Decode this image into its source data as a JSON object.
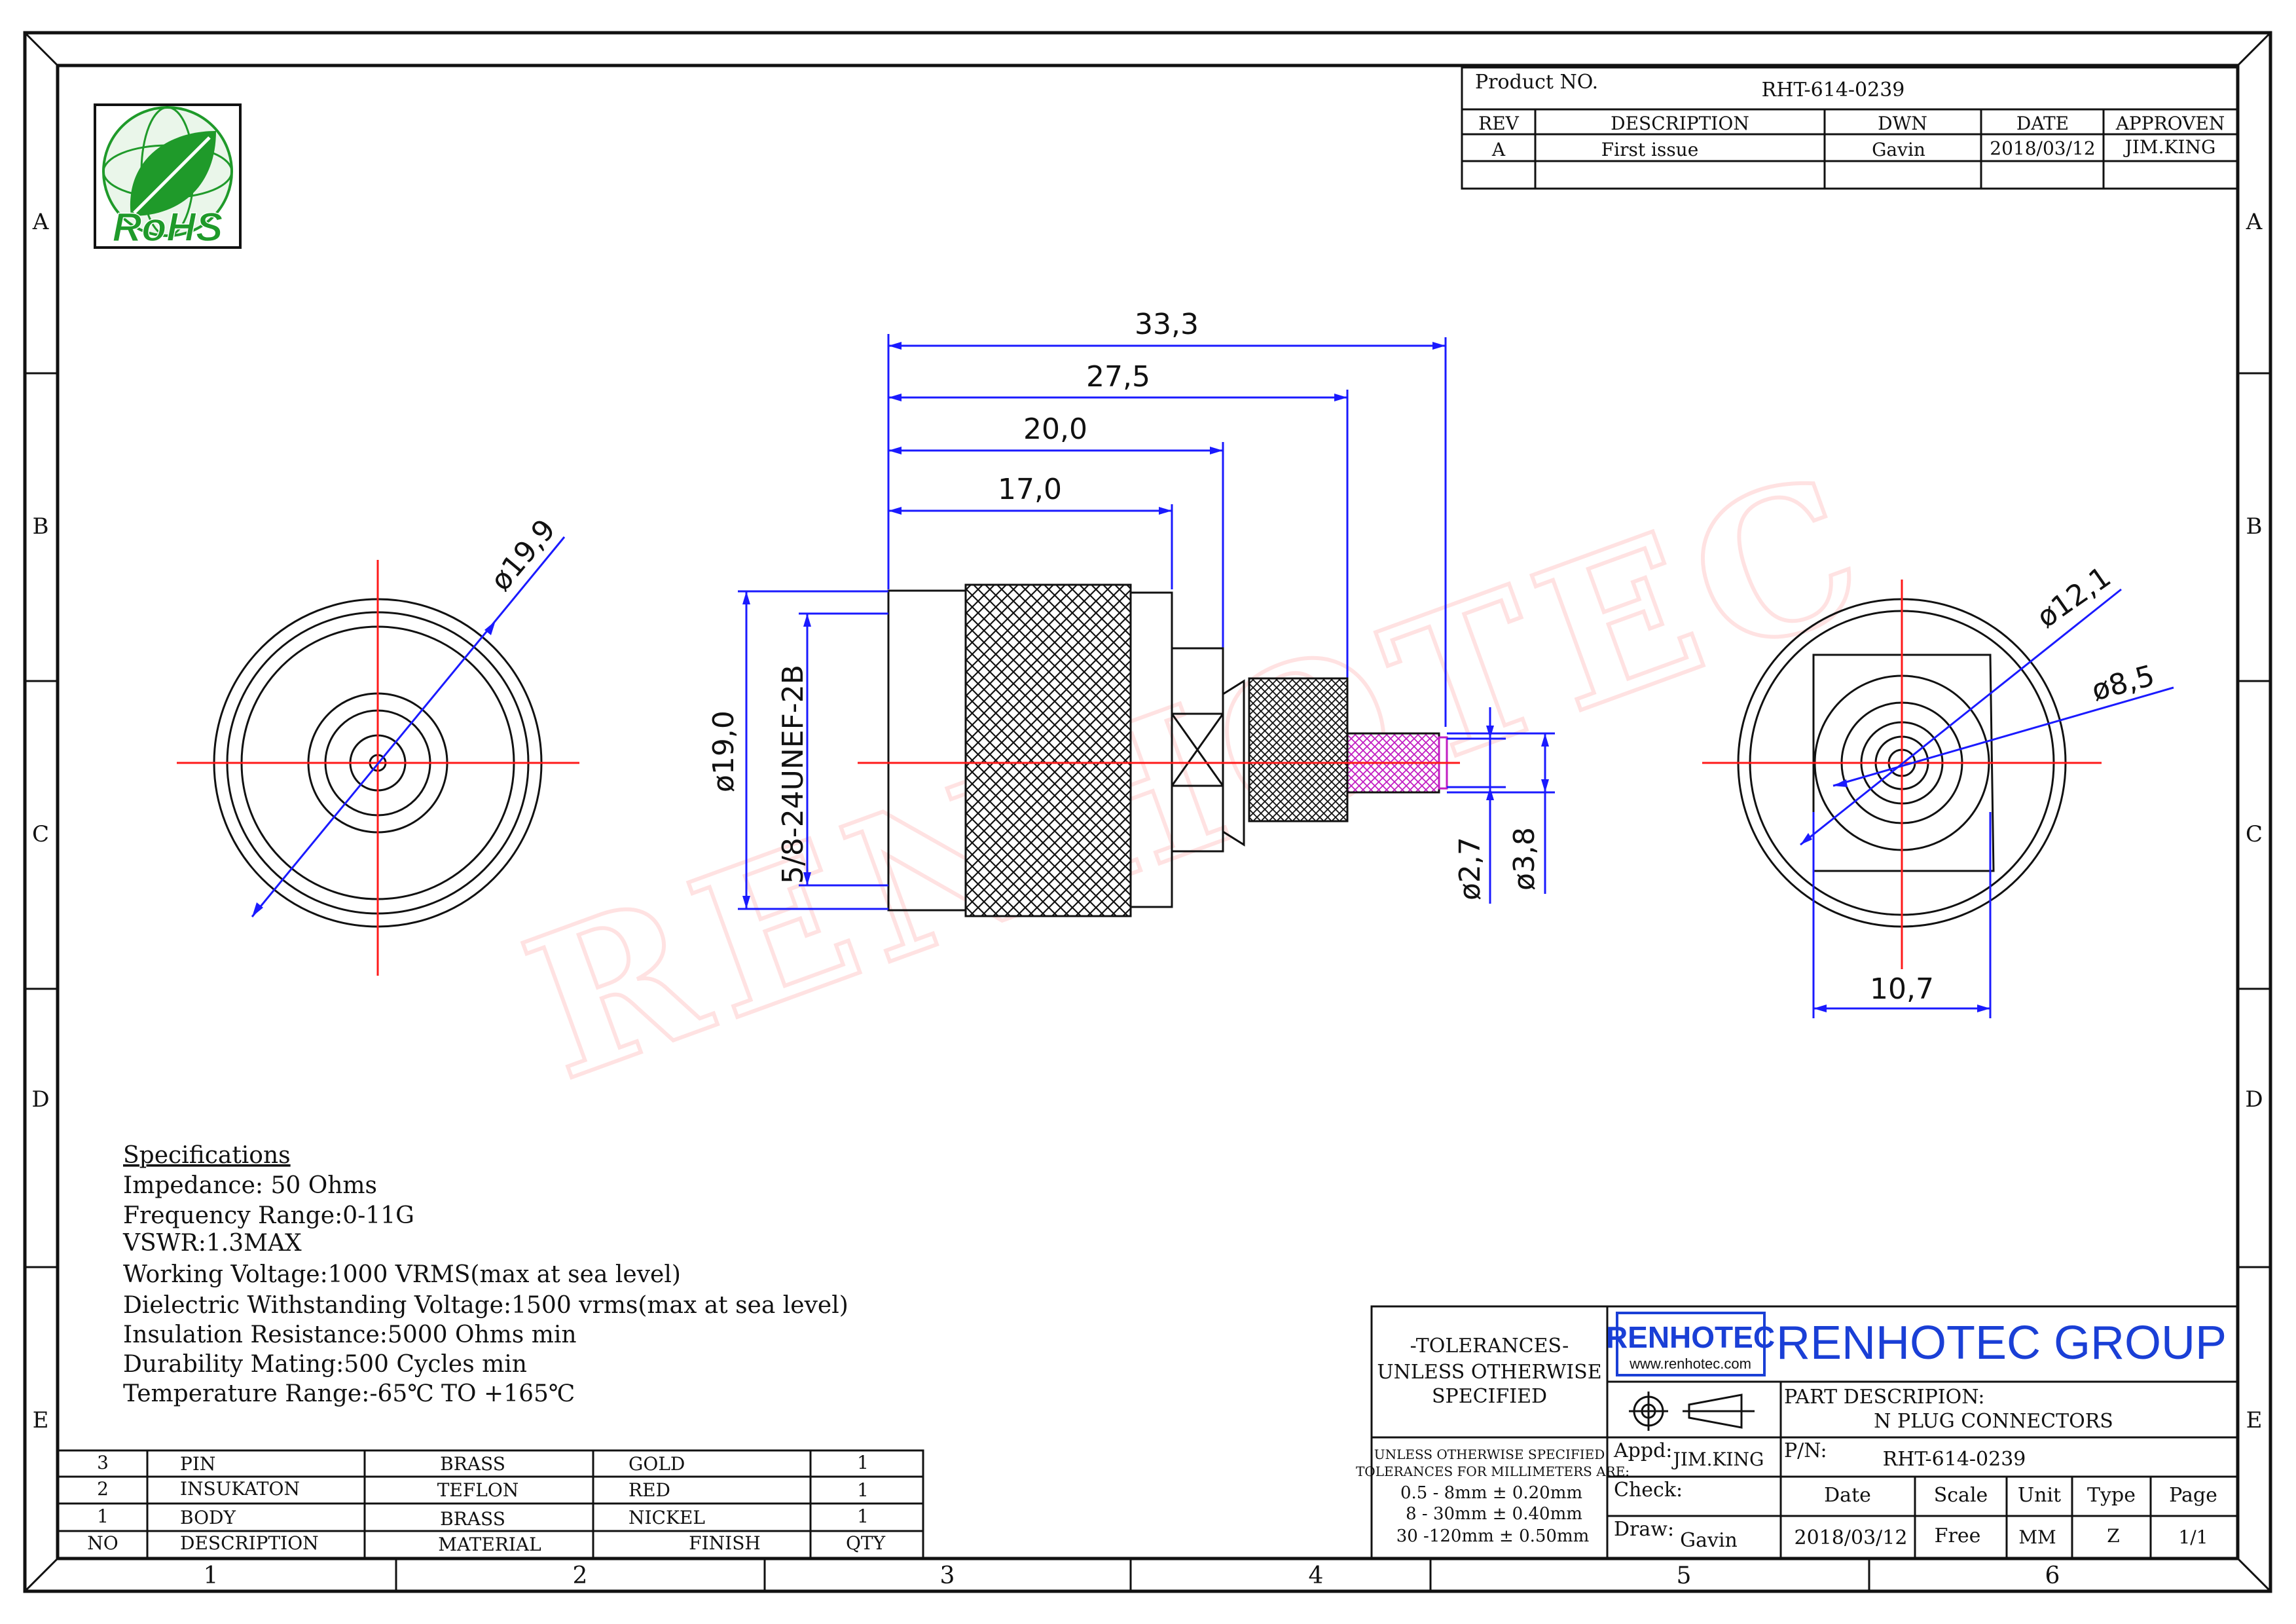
{
  "title_block": {
    "product_no_label": "Product NO.",
    "product_no": "RHT-614-0239",
    "headers": [
      "REV",
      "DESCRIPTION",
      "DWN",
      "DATE",
      "APPROVEN"
    ],
    "rows": [
      [
        "A",
        "First issue",
        "Gavin",
        "2018/03/12",
        "JIM.KING"
      ]
    ]
  },
  "rohs_logo_text": "RoHS",
  "watermark": "RENHOTEC",
  "zones": {
    "rows": [
      "A",
      "B",
      "C",
      "D",
      "E"
    ],
    "cols": [
      "1",
      "2",
      "3",
      "4",
      "5",
      "6"
    ]
  },
  "dimensions": {
    "d_left": "ø19,9",
    "len_33": "33,3",
    "len_27": "27,5",
    "len_20": "20,0",
    "len_17": "17,0",
    "d190": "ø19,0",
    "thread": "5/8-24UNEF-2B",
    "d27": "ø2,7",
    "d38": "ø3,8",
    "d121": "ø12,1",
    "d85": "ø8,5",
    "w107": "10,7"
  },
  "specifications": {
    "heading": "Specifications",
    "lines": [
      "Impedance: 50 Ohms",
      "Frequency Range:0-11G",
      "VSWR:1.3MAX",
      "Working Voltage:1000 VRMS(max at sea level)",
      "Dielectric Withstanding Voltage:1500 vrms(max at sea level)",
      "Insulation Resistance:5000 Ohms min",
      "Durability Mating:500 Cycles min",
      "Temperature Range:-65℃ TO +165℃"
    ]
  },
  "bom": {
    "rows": [
      [
        "3",
        "PIN",
        "BRASS",
        "GOLD",
        "1"
      ],
      [
        "2",
        "INSUKATON",
        "TEFLON",
        "RED",
        "1"
      ],
      [
        "1",
        "BODY",
        "BRASS",
        "NICKEL",
        "1"
      ]
    ],
    "header": [
      "NO",
      "DESCRIPTION",
      "MATERIAL",
      "FINISH",
      "QTY"
    ]
  },
  "tolerances": {
    "title1": "-TOLERANCES-",
    "title2": "UNLESS OTHERWISE",
    "title3": "SPECIFIED",
    "note1": "UNLESS OTHERWISE SPECIFIED",
    "note2": "TOLERANCES FOR MILLIMETERS ARE:",
    "t1": "0.5 - 8mm ± 0.20mm",
    "t2": "8 - 30mm ± 0.40mm",
    "t3": "30 -120mm ± 0.50mm"
  },
  "company": {
    "logo_text": "RENHOTEC",
    "logo_url": "www.renhotec.com",
    "name": "RENHOTEC GROUP",
    "name_color": "#1a3fd6"
  },
  "part_info": {
    "part_desc_label": "PART DESCRIPION:",
    "part_desc": "N PLUG CONNECTORS",
    "appd_label": "Appd:",
    "appd": "JIM.KING",
    "pn_label": "P/N:",
    "pn": "RHT-614-0239",
    "check_label": "Check:",
    "draw_label": "Draw:",
    "draw": "Gavin",
    "headers": [
      "Date",
      "Scale",
      "Unit",
      "Type",
      "Page"
    ],
    "values": [
      "2018/03/12",
      "Free",
      "MM",
      "Z",
      "1/1"
    ]
  }
}
